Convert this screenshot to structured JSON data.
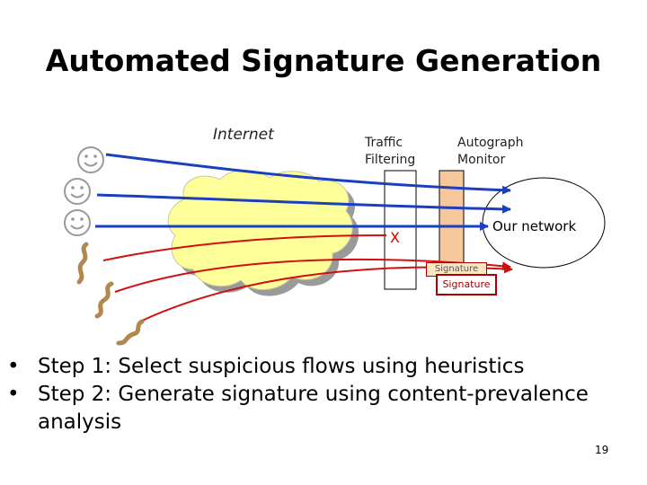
{
  "slide": {
    "title": "Automated Signature Generation",
    "page_number": "19"
  },
  "diagram": {
    "internet_label": "Internet",
    "traffic_filtering_label": [
      "Traffic",
      "Filtering"
    ],
    "autograph_monitor_label": [
      "Autograph",
      "Monitor"
    ],
    "network_label": "Our network",
    "blocked_mark": "X",
    "signature_label_back": "Signature",
    "signature_label_front": "Signature",
    "good_flow_color": "#1a3fbf",
    "worm_flow_color": "#d01010",
    "cloud_color": "#ffff99",
    "monitor_color": "#f6c79a"
  },
  "bullets": [
    "Step 1: Select suspicious flows using heuristics",
    "Step 2: Generate signature using content-prevalence analysis"
  ]
}
